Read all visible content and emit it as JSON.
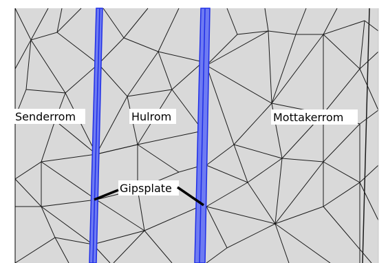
{
  "labels": {
    "sending_room": "Senderrom",
    "cavity": "Hulrom",
    "receiving_room": "Mottakerrom",
    "plate": "Gipsplate"
  },
  "colors": {
    "background": "#d9d9d9",
    "mesh_line": "#1a1a1a",
    "plate_fill": "#6e7bf2",
    "plate_edge": "#1f2ee6",
    "label_box": "#ffffff",
    "pointer": "#000000"
  }
}
